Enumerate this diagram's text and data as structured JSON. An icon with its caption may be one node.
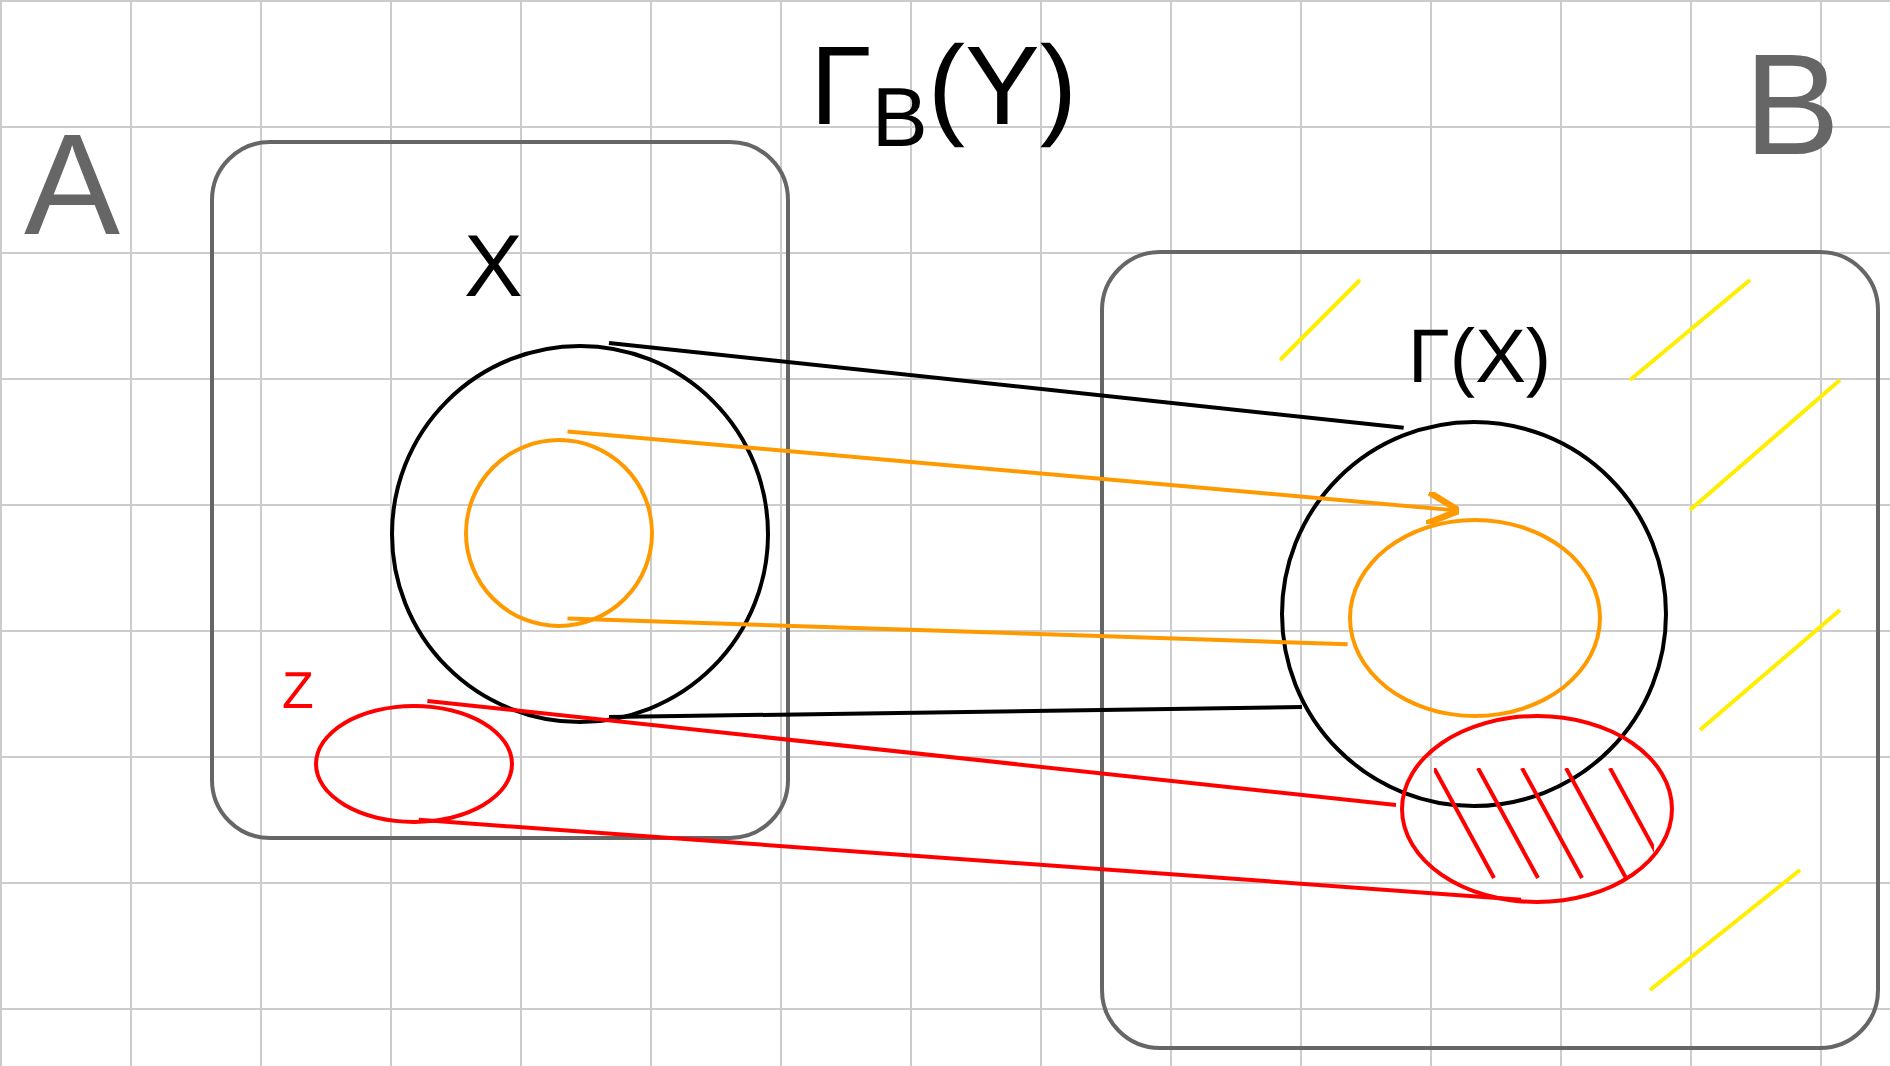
{
  "diagram": {
    "nodes": [
      {
        "text": [
          "A"
        ]
      },
      {
        "text": [
          "B"
        ]
      },
      {
        "text": [
          "X"
        ],
        "in": 0
      },
      {
        "text": [],
        "shape": "circle",
        "in": 2
      },
      {
        "text": [
          "Z"
        ],
        "in": 0
      },
      {
        "text": [
          "Γ(X)"
        ],
        "in": 1
      },
      {
        "text": [],
        "shape": "ellipse",
        "in": 5
      },
      {
        "text": [],
        "shape": "ellipse",
        "in": 1
      }
    ],
    "edges": [
      {
        "from": 2,
        "to": 5,
        "arrow": "none"
      },
      {
        "from": 2,
        "to": 5,
        "arrow": "none"
      },
      {
        "from": 3,
        "to": 6,
        "arrow": "to",
        "color": "#ff9900"
      },
      {
        "from": 3,
        "to": 6,
        "arrow": "none",
        "color": "#ff9900"
      },
      {
        "from": 4,
        "to": 7,
        "arrow": "none",
        "color": "#ff0000"
      },
      {
        "from": 4,
        "to": 7,
        "arrow": "none",
        "color": "#ff0000"
      }
    ],
    "labels": [
      "Γ$_{B}$(Y)"
    ]
  }
}
